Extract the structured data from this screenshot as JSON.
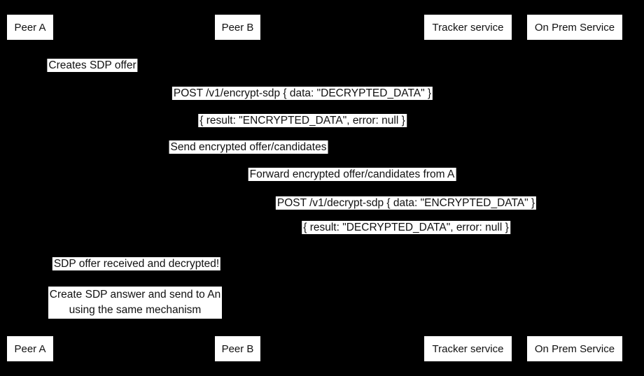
{
  "colors": {
    "background": "#000000",
    "label_background": "#ffffff",
    "text": "#111111"
  },
  "participants": [
    {
      "label": "Peer A"
    },
    {
      "label": "Peer B"
    },
    {
      "label": "Tracker service"
    },
    {
      "label": "On Prem Service"
    }
  ],
  "messages": [
    {
      "text": "Creates SDP offer",
      "from": "Peer A",
      "to": "Peer A"
    },
    {
      "text": "POST /v1/encrypt-sdp { data: \"DECRYPTED_DATA\" }",
      "from": "Peer A",
      "to": "On Prem Service"
    },
    {
      "text": "{ result: \"ENCRYPTED_DATA\", error: null }",
      "from": "On Prem Service",
      "to": "Peer A"
    },
    {
      "text": "Send encrypted offer/candidates",
      "from": "Peer A",
      "to": "Tracker service"
    },
    {
      "text": "Forward encrypted offer/candidates from A",
      "from": "Tracker service",
      "to": "Peer B"
    },
    {
      "text": "POST /v1/decrypt-sdp { data: \"ENCRYPTED_DATA\" }",
      "from": "Peer B",
      "to": "On Prem Service"
    },
    {
      "text": "{ result: \"DECRYPTED_DATA\", error: null }",
      "from": "On Prem Service",
      "to": "Peer B"
    },
    {
      "text": "SDP offer received and decrypted!",
      "from": "Peer B",
      "to": "Peer A"
    }
  ],
  "note": {
    "line1": "Create SDP answer and send to An",
    "line2": "using the same mechanism"
  }
}
